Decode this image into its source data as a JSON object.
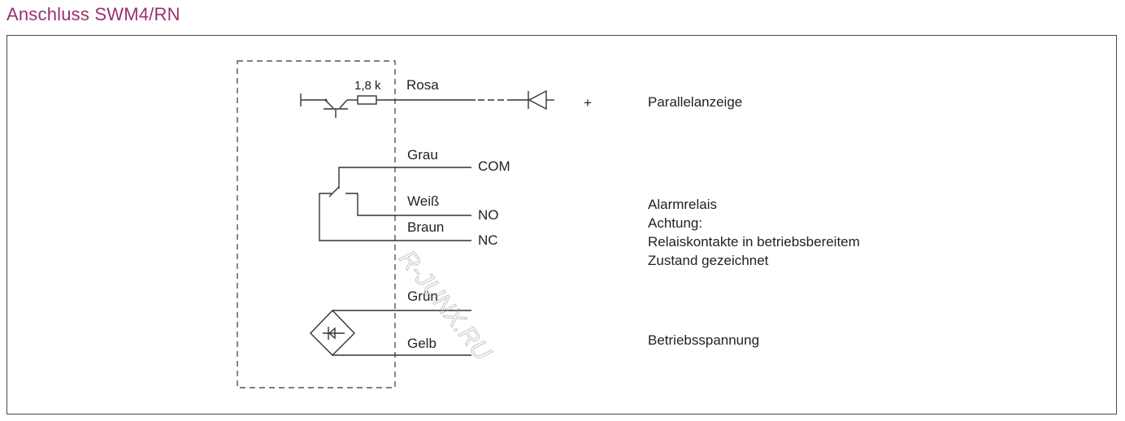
{
  "title": "Anschluss SWM4/RN",
  "colors": {
    "title": "#9b2f6e",
    "line": "#333333",
    "frame": "#4a4a4a",
    "dashed_box": "#555555"
  },
  "circuit": {
    "resistor_value": "1,8 k",
    "wires": {
      "rosa": "Rosa",
      "grau": "Grau",
      "weiss": "Weiß",
      "braun": "Braun",
      "gruen": "Grün",
      "gelb": "Gelb"
    },
    "terminals": {
      "com": "COM",
      "no": "NO",
      "nc": "NC"
    },
    "plus_sign": "+"
  },
  "descriptions": {
    "parallel_display": "Parallelanzeige",
    "alarm_relay": [
      "Alarmrelais",
      "Achtung:",
      "Relaiskontakte in betriebsbereitem",
      "Zustand gezeichnet"
    ],
    "supply": "Betriebsspannung"
  },
  "watermark": "R-JUNX.RU"
}
